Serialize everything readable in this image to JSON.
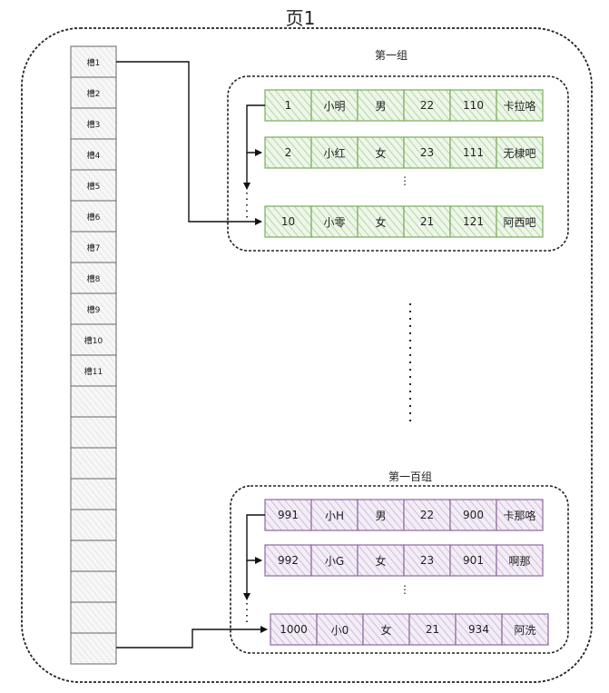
{
  "page_title": "页1",
  "slots": [
    "槽1",
    "槽2",
    "槽3",
    "槽4",
    "槽5",
    "槽6",
    "槽7",
    "槽8",
    "槽9",
    "槽10",
    "槽11",
    "",
    "",
    "",
    "",
    "",
    "",
    "",
    "",
    ""
  ],
  "groups": [
    {
      "label": "第一组",
      "color": "#82b366",
      "fill": "#d5e8d4",
      "rows": [
        [
          "1",
          "小明",
          "男",
          "22",
          "110",
          "卡拉咯"
        ],
        [
          "2",
          "小红",
          "女",
          "23",
          "111",
          "无棣吧"
        ],
        [
          "10",
          "小零",
          "女",
          "21",
          "121",
          "阿西吧"
        ]
      ]
    },
    {
      "label": "第一百组",
      "color": "#9673a6",
      "fill": "#e1d5e7",
      "rows": [
        [
          "991",
          "小H",
          "男",
          "22",
          "900",
          "卡那咯"
        ],
        [
          "992",
          "小G",
          "女",
          "23",
          "901",
          "啊那"
        ],
        [
          "1000",
          "小0",
          "女",
          "21",
          "934",
          "阿洗"
        ]
      ]
    }
  ],
  "ellipsis": "⋮"
}
